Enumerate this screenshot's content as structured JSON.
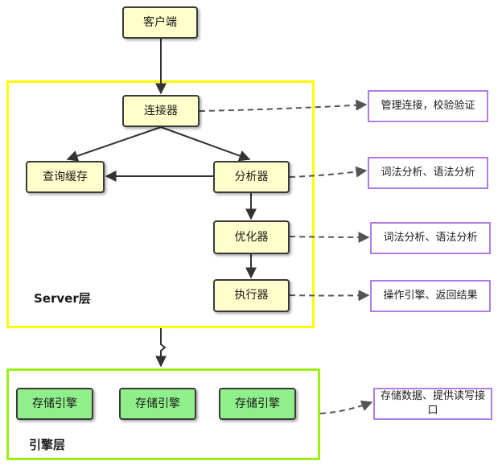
{
  "regions": {
    "server": "Server层",
    "engine": "引擎层"
  },
  "nodes": {
    "client": "客户端",
    "connector": "连接器",
    "cache": "查询缓存",
    "analyzer": "分析器",
    "optimizer": "优化器",
    "executor": "执行器",
    "engine_1": "存储引擎",
    "engine_2": "存储引擎",
    "engine_3": "存储引擎"
  },
  "notes": {
    "connector_note": "管理连接，校验验证",
    "analyzer_note": "词法分析、语法分析",
    "optimizer_note": "词法分析、语法分析",
    "executor_note": "操作引擎、返回结果",
    "engine_note": "存储数据、提供读写接口"
  },
  "colors": {
    "server_border": "#ffff00",
    "engine_border": "#9bf018",
    "node_fill": "#ffffcc",
    "engine_fill": "#90ef8a",
    "note_border": "#b07ce8",
    "edge": "#333333",
    "dashed_edge": "#555555"
  }
}
